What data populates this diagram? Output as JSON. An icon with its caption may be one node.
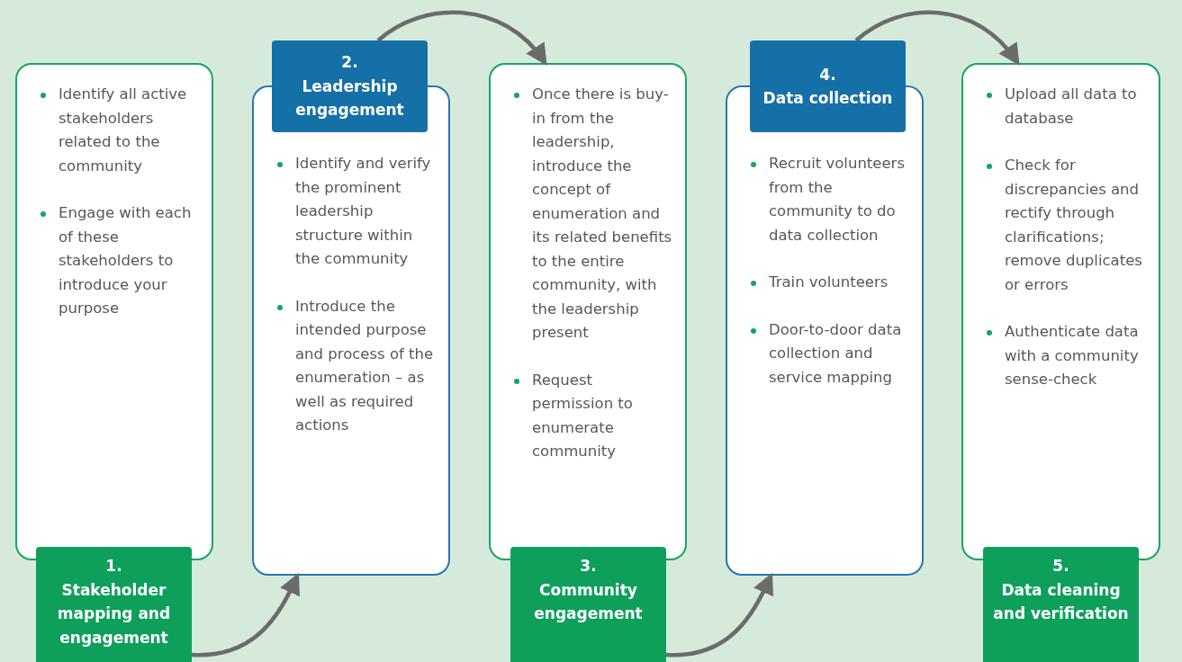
{
  "diagram": {
    "nodes": [
      {
        "text": [
          "Identify all active stakeholders related to the community",
          "Engage with each of these stakeholders to introduce your purpose"
        ]
      },
      {
        "text": [
          "1.",
          "Stakeholder mapping and engagement"
        ]
      },
      {
        "text": [
          "2.",
          "Leadership engagement"
        ]
      },
      {
        "text": [
          "Identify and verify the prominent leadership structure within the community",
          "Introduce the intended purpose and process of the enumeration – as well as required actions"
        ]
      },
      {
        "text": [
          "Once there is buy-in from the leadership, introduce the concept of enumeration and its related benefits to the entire community, with the leadership present",
          "Request permission to enumerate community"
        ]
      },
      {
        "text": [
          "3.",
          "Community engagement"
        ]
      },
      {
        "text": [
          "4.",
          "Data collection"
        ]
      },
      {
        "text": [
          "Recruit volunteers from the community to do data collection",
          "Train volunteers",
          "Door-to-door data collection and service mapping"
        ]
      },
      {
        "text": [
          "Upload all data to database",
          "Check for discrepancies and rectify through clarifications; remove duplicates or errors",
          "Authenticate data with a community sense-check"
        ]
      },
      {
        "text": [
          "5.",
          "Data cleaning and verification"
        ]
      }
    ],
    "edges": [
      {
        "from": 1,
        "to": 3,
        "arrow": "to"
      },
      {
        "from": 2,
        "to": 4,
        "arrow": "to"
      },
      {
        "from": 5,
        "to": 7,
        "arrow": "to"
      },
      {
        "from": 6,
        "to": 8,
        "arrow": "to"
      }
    ]
  }
}
